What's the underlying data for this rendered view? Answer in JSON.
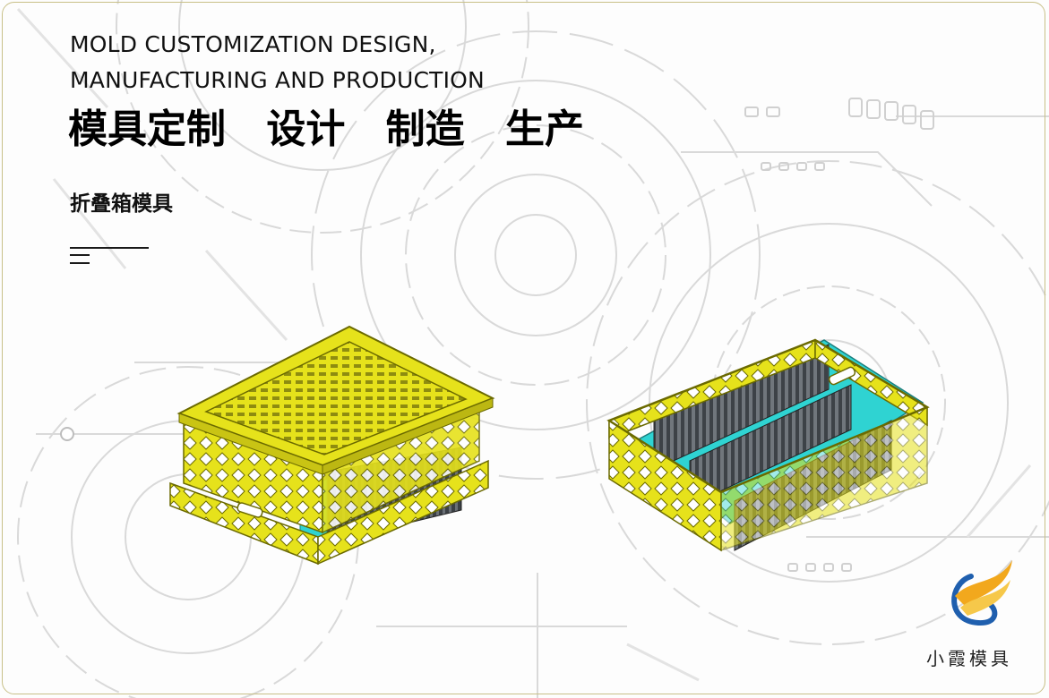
{
  "heading": {
    "en_line1": "MOLD CUSTOMIZATION DESIGN,",
    "en_line2": "MANUFACTURING AND PRODUCTION",
    "cn_parts": [
      "模具定制",
      "设计",
      "制造",
      "生产"
    ],
    "subtitle": "折叠箱模具"
  },
  "brand": {
    "name": "小霞模具",
    "logo_icon": "swoosh-logo-icon",
    "colors": {
      "blue": "#1f5fae",
      "gold": "#f2a81d"
    }
  },
  "colors": {
    "crate_yellow": "#e6e21b",
    "crate_outline": "#6b6a00",
    "slide_cyan": "#2fd3d2",
    "blade_gray": "#555a5f",
    "frame_border": "#c8c088"
  }
}
